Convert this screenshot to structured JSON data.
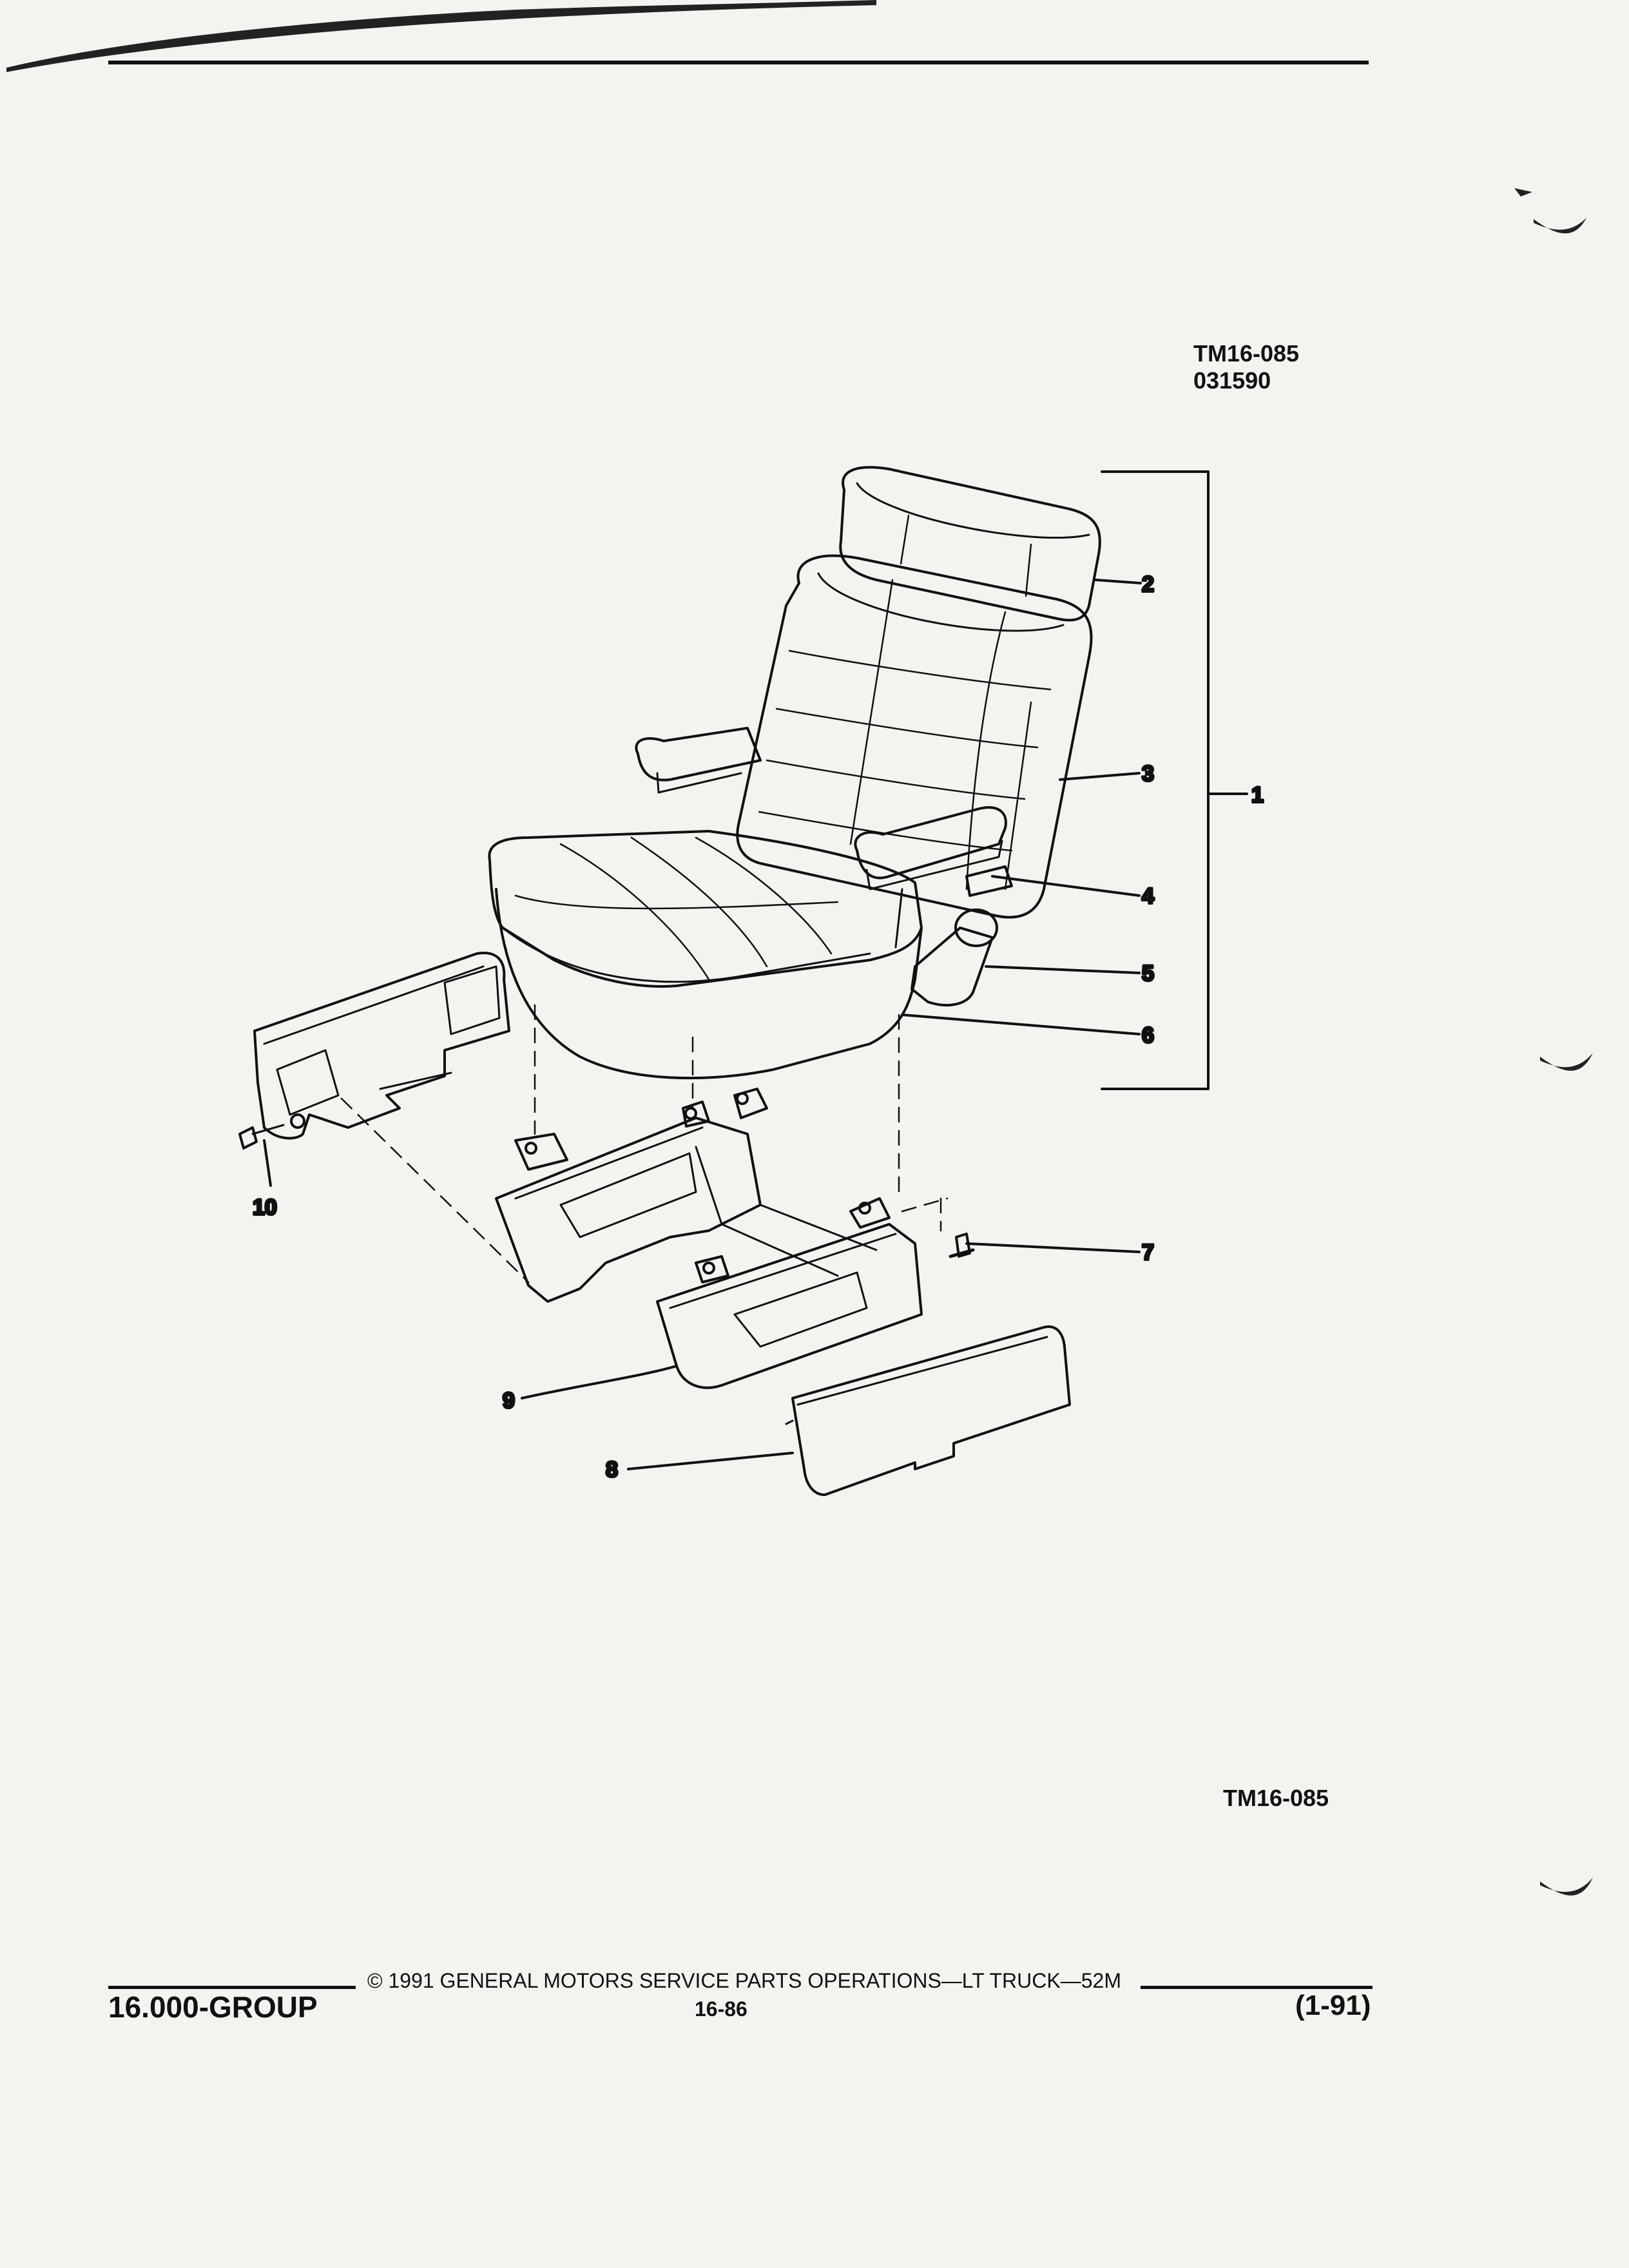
{
  "header": {
    "figure_id": "TM16-085",
    "figure_code": "031590"
  },
  "diagram": {
    "callouts": [
      {
        "label": "1"
      },
      {
        "label": "2"
      },
      {
        "label": "3"
      },
      {
        "label": "4"
      },
      {
        "label": "5"
      },
      {
        "label": "6"
      },
      {
        "label": "7"
      },
      {
        "label": "8"
      },
      {
        "label": "9"
      },
      {
        "label": "10"
      }
    ],
    "figure_ref": "TM16-085"
  },
  "footer": {
    "group": "16.000-GROUP",
    "copyright": "© 1991 GENERAL MOTORS SERVICE PARTS OPERATIONS—LT TRUCK—52M",
    "page_number": "16-86",
    "date_code": "(1-91)"
  },
  "colors": {
    "ink": "#111111",
    "paper": "#f3f3f0"
  }
}
